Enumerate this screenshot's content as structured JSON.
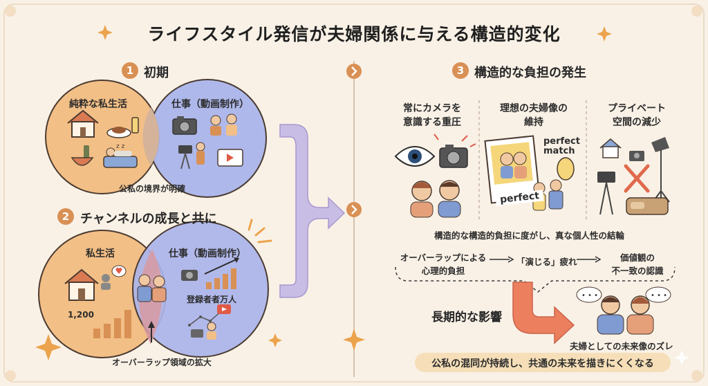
{
  "title": "ライフスタイル発信が夫婦関係に与える構造的変化",
  "section1": {
    "number": "1",
    "heading": "初期",
    "left_circle": "純粋な私生活",
    "right_circle": "仕事（動画制作）",
    "caption": "公私の境界が明確"
  },
  "section2": {
    "number": "2",
    "heading": "チャンネルの成長と共に",
    "left_circle": "私生活",
    "right_circle": "仕事（動画制作）",
    "subscribers_label": "登録者者万人",
    "count": "1,200",
    "caption": "オーバーラップ領域の拡大"
  },
  "section3": {
    "number": "3",
    "heading": "構造的な負担の発生",
    "col1": {
      "line1": "常にカメラを",
      "line2": "意識する重圧"
    },
    "col2": {
      "line1": "理想の夫婦像の",
      "line2": "維持"
    },
    "col3": {
      "line1": "プライベート",
      "line2": "空間の減少"
    },
    "perfect_match_1": "perfect",
    "perfect_match_2": "match",
    "photo_label": "perfect",
    "summary": "構造的な構造的負担に度がし、真な個人性の結輪",
    "flow1_line1": "オーバーラップによる",
    "flow1_line2": "心理的負担",
    "flow2": "「演じる」疲れ",
    "flow3_line1": "価値観の",
    "flow3_line2": "不一致の認識",
    "longterm": "長期的な影響",
    "future_gap": "夫婦としての未来像のズレ",
    "conclusion": "公私の混同が持続し、共通の未来を描きにくくなる"
  },
  "colors": {
    "background": "#f9f1e6",
    "private_circle": "#f2bf86",
    "work_circle": "#aab4ea",
    "accent_orange": "#d99054",
    "bracket_purple": "#c8bde4",
    "arrow_red": "#ec7f5e"
  }
}
